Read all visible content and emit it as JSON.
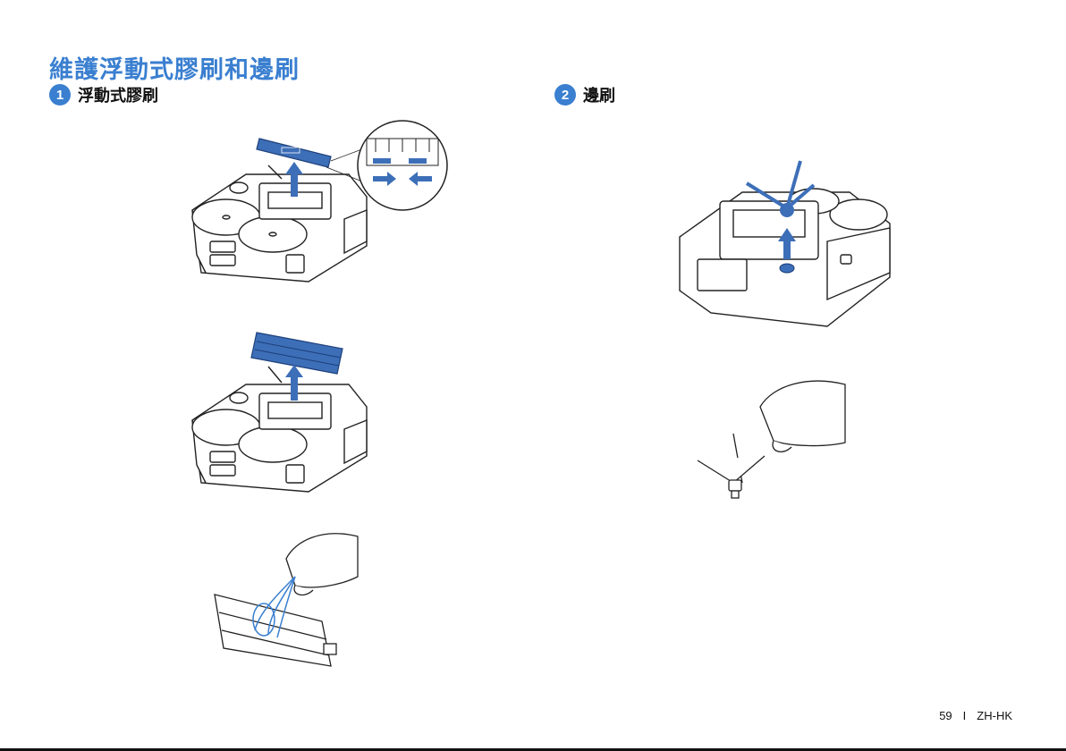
{
  "page": {
    "title": "維護浮動式膠刷和邊刷"
  },
  "sections": [
    {
      "number": "1",
      "title": "浮動式膠刷"
    },
    {
      "number": "2",
      "title": "邊刷"
    }
  ],
  "footer": {
    "page_number": "59",
    "separator": "I",
    "language": "ZH-HK"
  },
  "colors": {
    "accent": "#3a7fd0",
    "part_fill": "#3d6fb8",
    "line": "#222222"
  },
  "icons": [
    "up-arrow-icon",
    "right-arrow-icon",
    "left-arrow-icon"
  ]
}
